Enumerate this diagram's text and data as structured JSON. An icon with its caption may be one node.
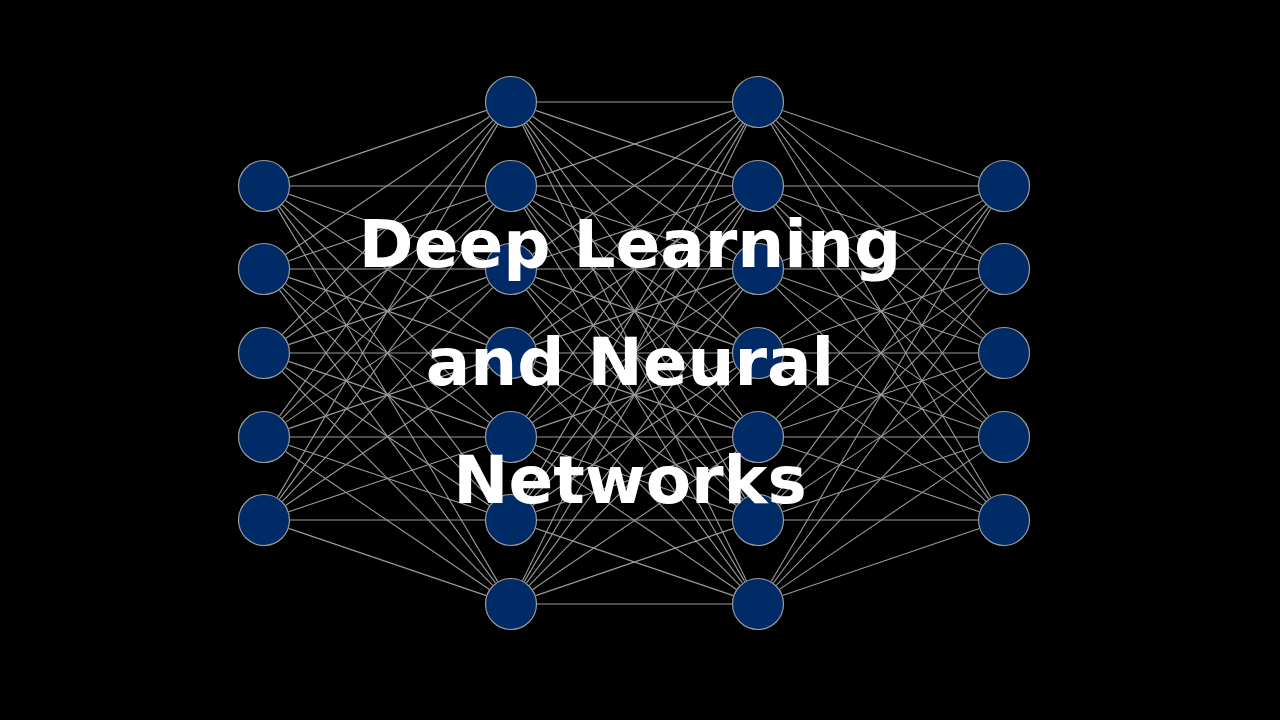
{
  "diagram": {
    "title": "Deep Learning and Neural Networks",
    "nodes": [
      {
        "text": [],
        "shape": "circle"
      },
      {
        "text": [],
        "shape": "circle"
      },
      {
        "text": [],
        "shape": "circle"
      },
      {
        "text": [],
        "shape": "circle"
      },
      {
        "text": [],
        "shape": "circle"
      },
      {
        "text": [],
        "shape": "circle"
      },
      {
        "text": [],
        "shape": "circle"
      },
      {
        "text": [],
        "shape": "circle"
      },
      {
        "text": [],
        "shape": "circle"
      },
      {
        "text": [],
        "shape": "circle"
      },
      {
        "text": [],
        "shape": "circle"
      },
      {
        "text": [],
        "shape": "circle"
      },
      {
        "text": [],
        "shape": "circle"
      },
      {
        "text": [],
        "shape": "circle"
      },
      {
        "text": [],
        "shape": "circle"
      },
      {
        "text": [],
        "shape": "circle"
      },
      {
        "text": [],
        "shape": "circle"
      },
      {
        "text": [],
        "shape": "circle"
      },
      {
        "text": [],
        "shape": "circle"
      },
      {
        "text": [],
        "shape": "circle"
      },
      {
        "text": [],
        "shape": "circle"
      },
      {
        "text": [],
        "shape": "circle"
      },
      {
        "text": [],
        "shape": "circle"
      },
      {
        "text": [],
        "shape": "circle"
      }
    ],
    "edges": [
      {
        "from": 0,
        "to": 5,
        "arrow": "none"
      },
      {
        "from": 0,
        "to": 6,
        "arrow": "none"
      },
      {
        "from": 0,
        "to": 7,
        "arrow": "none"
      },
      {
        "from": 0,
        "to": 8,
        "arrow": "none"
      },
      {
        "from": 0,
        "to": 9,
        "arrow": "none"
      },
      {
        "from": 0,
        "to": 10,
        "arrow": "none"
      },
      {
        "from": 0,
        "to": 11,
        "arrow": "none"
      },
      {
        "from": 1,
        "to": 5,
        "arrow": "none"
      },
      {
        "from": 1,
        "to": 6,
        "arrow": "none"
      },
      {
        "from": 1,
        "to": 7,
        "arrow": "none"
      },
      {
        "from": 1,
        "to": 8,
        "arrow": "none"
      },
      {
        "from": 1,
        "to": 9,
        "arrow": "none"
      },
      {
        "from": 1,
        "to": 10,
        "arrow": "none"
      },
      {
        "from": 1,
        "to": 11,
        "arrow": "none"
      },
      {
        "from": 2,
        "to": 5,
        "arrow": "none"
      },
      {
        "from": 2,
        "to": 6,
        "arrow": "none"
      },
      {
        "from": 2,
        "to": 7,
        "arrow": "none"
      },
      {
        "from": 2,
        "to": 8,
        "arrow": "none"
      },
      {
        "from": 2,
        "to": 9,
        "arrow": "none"
      },
      {
        "from": 2,
        "to": 10,
        "arrow": "none"
      },
      {
        "from": 2,
        "to": 11,
        "arrow": "none"
      },
      {
        "from": 3,
        "to": 5,
        "arrow": "none"
      },
      {
        "from": 3,
        "to": 6,
        "arrow": "none"
      },
      {
        "from": 3,
        "to": 7,
        "arrow": "none"
      },
      {
        "from": 3,
        "to": 8,
        "arrow": "none"
      },
      {
        "from": 3,
        "to": 9,
        "arrow": "none"
      },
      {
        "from": 3,
        "to": 10,
        "arrow": "none"
      },
      {
        "from": 3,
        "to": 11,
        "arrow": "none"
      },
      {
        "from": 4,
        "to": 5,
        "arrow": "none"
      },
      {
        "from": 4,
        "to": 6,
        "arrow": "none"
      },
      {
        "from": 4,
        "to": 7,
        "arrow": "none"
      },
      {
        "from": 4,
        "to": 8,
        "arrow": "none"
      },
      {
        "from": 4,
        "to": 9,
        "arrow": "none"
      },
      {
        "from": 4,
        "to": 10,
        "arrow": "none"
      },
      {
        "from": 4,
        "to": 11,
        "arrow": "none"
      },
      {
        "from": 5,
        "to": 12,
        "arrow": "none"
      },
      {
        "from": 5,
        "to": 13,
        "arrow": "none"
      },
      {
        "from": 5,
        "to": 14,
        "arrow": "none"
      },
      {
        "from": 5,
        "to": 15,
        "arrow": "none"
      },
      {
        "from": 5,
        "to": 16,
        "arrow": "none"
      },
      {
        "from": 5,
        "to": 17,
        "arrow": "none"
      },
      {
        "from": 5,
        "to": 18,
        "arrow": "none"
      },
      {
        "from": 6,
        "to": 12,
        "arrow": "none"
      },
      {
        "from": 6,
        "to": 13,
        "arrow": "none"
      },
      {
        "from": 6,
        "to": 14,
        "arrow": "none"
      },
      {
        "from": 6,
        "to": 15,
        "arrow": "none"
      },
      {
        "from": 6,
        "to": 16,
        "arrow": "none"
      },
      {
        "from": 6,
        "to": 17,
        "arrow": "none"
      },
      {
        "from": 6,
        "to": 18,
        "arrow": "none"
      },
      {
        "from": 7,
        "to": 12,
        "arrow": "none"
      },
      {
        "from": 7,
        "to": 13,
        "arrow": "none"
      },
      {
        "from": 7,
        "to": 14,
        "arrow": "none"
      },
      {
        "from": 7,
        "to": 15,
        "arrow": "none"
      },
      {
        "from": 7,
        "to": 16,
        "arrow": "none"
      },
      {
        "from": 7,
        "to": 17,
        "arrow": "none"
      },
      {
        "from": 7,
        "to": 18,
        "arrow": "none"
      },
      {
        "from": 8,
        "to": 12,
        "arrow": "none"
      },
      {
        "from": 8,
        "to": 13,
        "arrow": "none"
      },
      {
        "from": 8,
        "to": 14,
        "arrow": "none"
      },
      {
        "from": 8,
        "to": 15,
        "arrow": "none"
      },
      {
        "from": 8,
        "to": 16,
        "arrow": "none"
      },
      {
        "from": 8,
        "to": 17,
        "arrow": "none"
      },
      {
        "from": 8,
        "to": 18,
        "arrow": "none"
      },
      {
        "from": 9,
        "to": 12,
        "arrow": "none"
      },
      {
        "from": 9,
        "to": 13,
        "arrow": "none"
      },
      {
        "from": 9,
        "to": 14,
        "arrow": "none"
      },
      {
        "from": 9,
        "to": 15,
        "arrow": "none"
      },
      {
        "from": 9,
        "to": 16,
        "arrow": "none"
      },
      {
        "from": 9,
        "to": 17,
        "arrow": "none"
      },
      {
        "from": 9,
        "to": 18,
        "arrow": "none"
      },
      {
        "from": 10,
        "to": 12,
        "arrow": "none"
      },
      {
        "from": 10,
        "to": 13,
        "arrow": "none"
      },
      {
        "from": 10,
        "to": 14,
        "arrow": "none"
      },
      {
        "from": 10,
        "to": 15,
        "arrow": "none"
      },
      {
        "from": 10,
        "to": 16,
        "arrow": "none"
      },
      {
        "from": 10,
        "to": 17,
        "arrow": "none"
      },
      {
        "from": 10,
        "to": 18,
        "arrow": "none"
      },
      {
        "from": 11,
        "to": 12,
        "arrow": "none"
      },
      {
        "from": 11,
        "to": 13,
        "arrow": "none"
      },
      {
        "from": 11,
        "to": 14,
        "arrow": "none"
      },
      {
        "from": 11,
        "to": 15,
        "arrow": "none"
      },
      {
        "from": 11,
        "to": 16,
        "arrow": "none"
      },
      {
        "from": 11,
        "to": 17,
        "arrow": "none"
      },
      {
        "from": 11,
        "to": 18,
        "arrow": "none"
      },
      {
        "from": 12,
        "to": 19,
        "arrow": "none"
      },
      {
        "from": 12,
        "to": 20,
        "arrow": "none"
      },
      {
        "from": 12,
        "to": 21,
        "arrow": "none"
      },
      {
        "from": 12,
        "to": 22,
        "arrow": "none"
      },
      {
        "from": 12,
        "to": 23,
        "arrow": "none"
      },
      {
        "from": 13,
        "to": 19,
        "arrow": "none"
      },
      {
        "from": 13,
        "to": 20,
        "arrow": "none"
      },
      {
        "from": 13,
        "to": 21,
        "arrow": "none"
      },
      {
        "from": 13,
        "to": 22,
        "arrow": "none"
      },
      {
        "from": 13,
        "to": 23,
        "arrow": "none"
      },
      {
        "from": 14,
        "to": 19,
        "arrow": "none"
      },
      {
        "from": 14,
        "to": 20,
        "arrow": "none"
      },
      {
        "from": 14,
        "to": 21,
        "arrow": "none"
      },
      {
        "from": 14,
        "to": 22,
        "arrow": "none"
      },
      {
        "from": 14,
        "to": 23,
        "arrow": "none"
      },
      {
        "from": 15,
        "to": 19,
        "arrow": "none"
      },
      {
        "from": 15,
        "to": 20,
        "arrow": "none"
      },
      {
        "from": 15,
        "to": 21,
        "arrow": "none"
      },
      {
        "from": 15,
        "to": 22,
        "arrow": "none"
      },
      {
        "from": 15,
        "to": 23,
        "arrow": "none"
      },
      {
        "from": 16,
        "to": 19,
        "arrow": "none"
      },
      {
        "from": 16,
        "to": 20,
        "arrow": "none"
      },
      {
        "from": 16,
        "to": 21,
        "arrow": "none"
      },
      {
        "from": 16,
        "to": 22,
        "arrow": "none"
      },
      {
        "from": 16,
        "to": 23,
        "arrow": "none"
      },
      {
        "from": 17,
        "to": 19,
        "arrow": "none"
      },
      {
        "from": 17,
        "to": 20,
        "arrow": "none"
      },
      {
        "from": 17,
        "to": 21,
        "arrow": "none"
      },
      {
        "from": 17,
        "to": 22,
        "arrow": "none"
      },
      {
        "from": 17,
        "to": 23,
        "arrow": "none"
      },
      {
        "from": 18,
        "to": 19,
        "arrow": "none"
      },
      {
        "from": 18,
        "to": 20,
        "arrow": "none"
      },
      {
        "from": 18,
        "to": 21,
        "arrow": "none"
      },
      {
        "from": 18,
        "to": 22,
        "arrow": "none"
      },
      {
        "from": 18,
        "to": 23,
        "arrow": "none"
      }
    ]
  }
}
